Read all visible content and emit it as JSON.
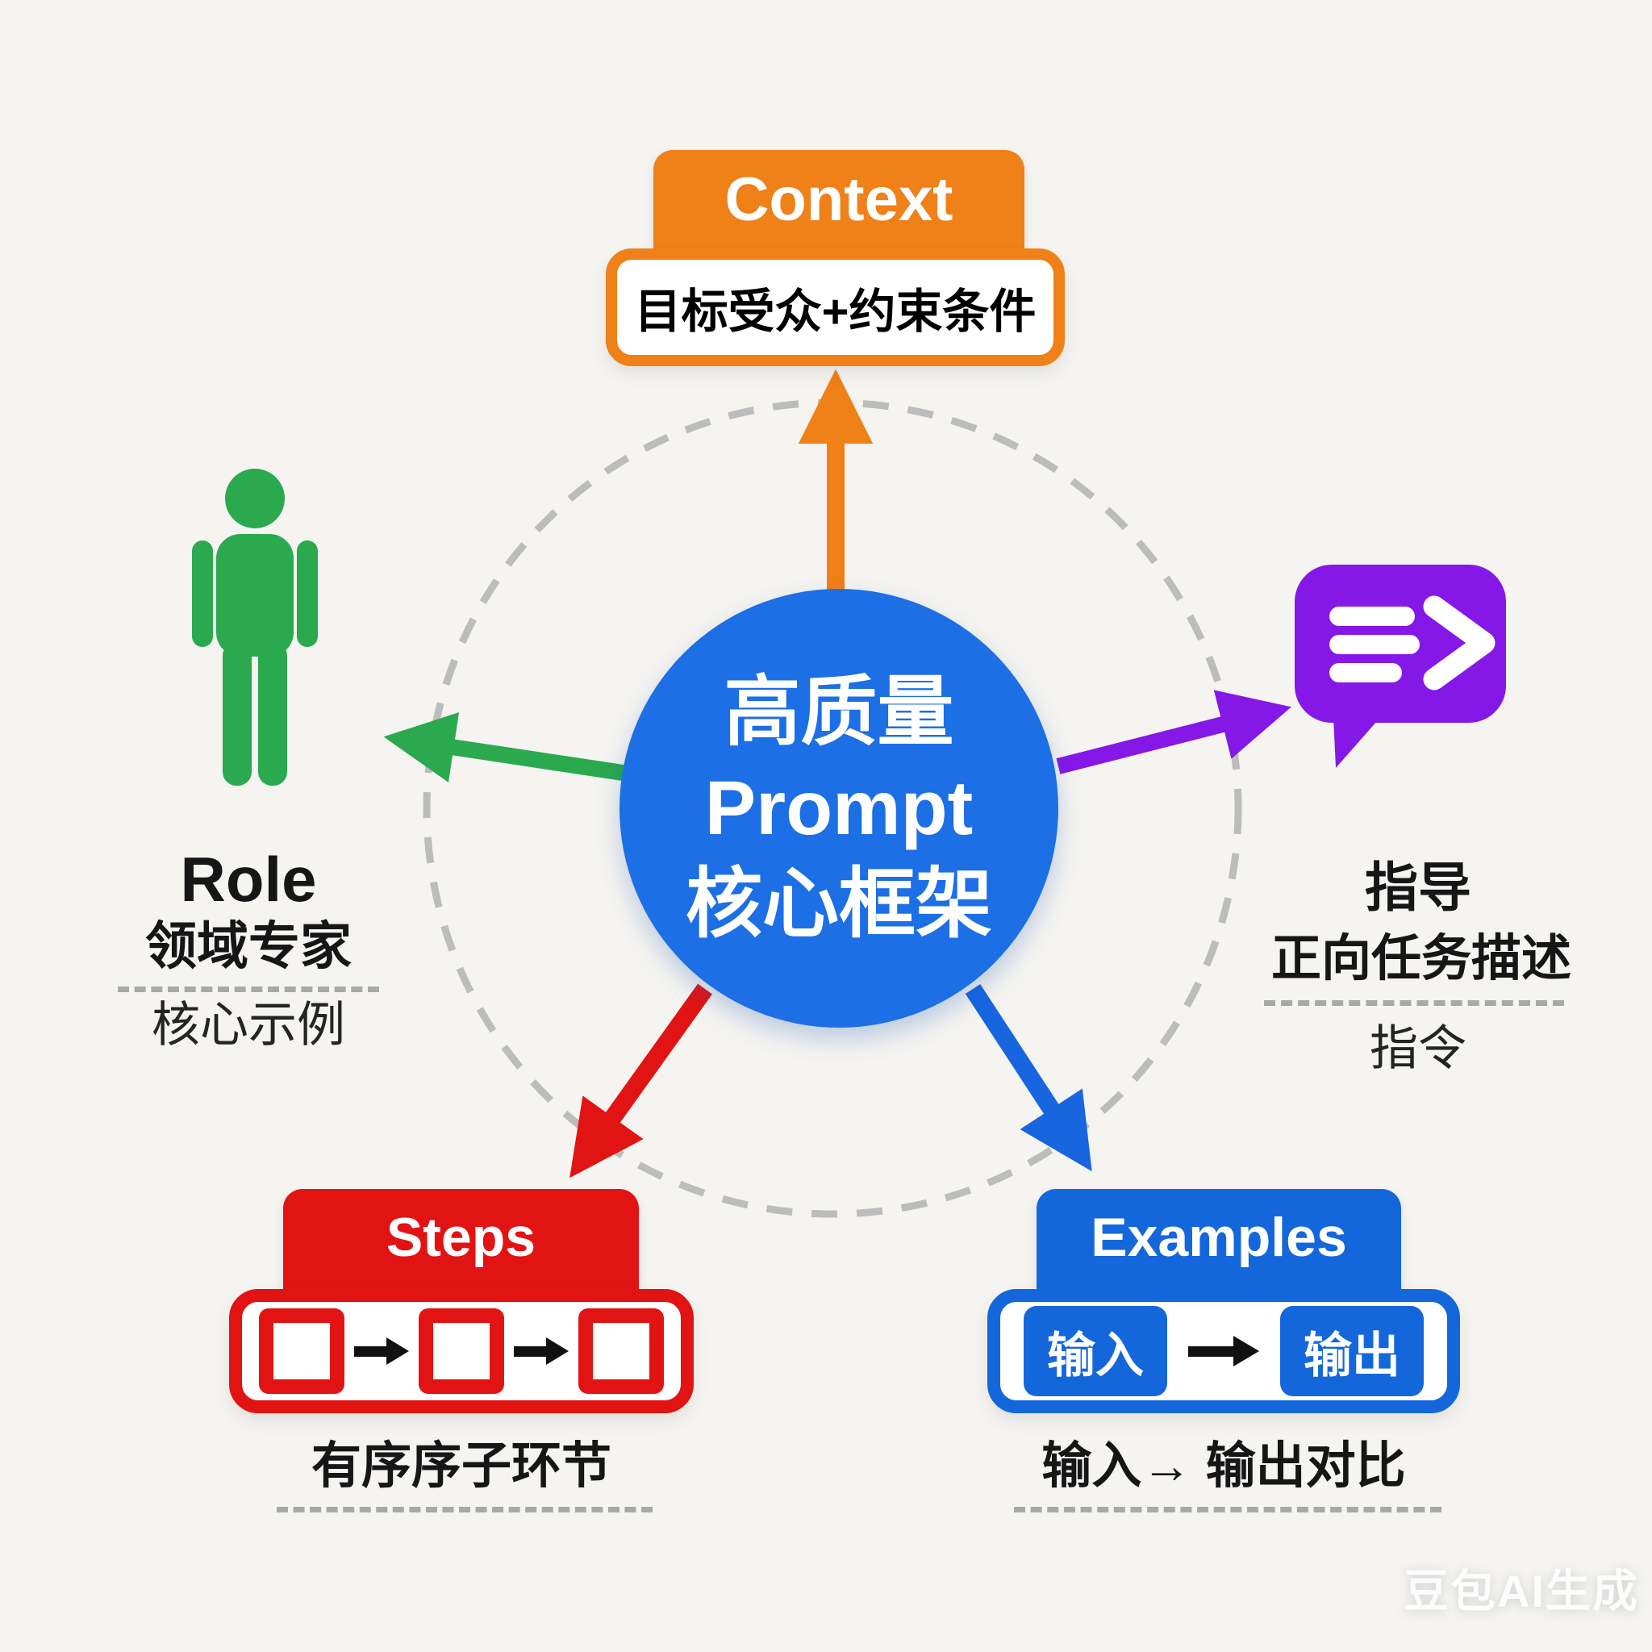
{
  "background_color": "#f5f4f1",
  "ring_color": "#bcbcbc",
  "center": {
    "lines": [
      "高质量",
      "Prompt",
      "核心框架"
    ],
    "color": "#1c6fe4",
    "text_color": "#ffffff"
  },
  "context": {
    "tab": "Context",
    "body": "目标受众+约束条件",
    "color": "#f08018",
    "arrow_icon": "up-arrow"
  },
  "role": {
    "heading": "Role",
    "subheading": "领域专家",
    "note": "核心示例",
    "icon": "person-icon",
    "color": "#2aa94f",
    "arrow_icon": "left-arrow"
  },
  "instruction": {
    "heading": "指导",
    "subheading": "正向任务描述",
    "note": "指令",
    "icon": "chat-bubble-arrow-icon",
    "color": "#8518e6",
    "arrow_icon": "right-arrow"
  },
  "steps": {
    "tab": "Steps",
    "note": "有序序子环节",
    "icon": "three-step-flow-icon",
    "color": "#e21313",
    "arrow_icon": "down-left-arrow"
  },
  "examples": {
    "tab": "Examples",
    "input_label": "输入",
    "output_label": "输出",
    "note": "输入→ 输出对比",
    "icon": "input-output-icon",
    "color": "#1467db",
    "arrow_icon": "down-right-arrow"
  },
  "watermark": "豆包AI生成"
}
